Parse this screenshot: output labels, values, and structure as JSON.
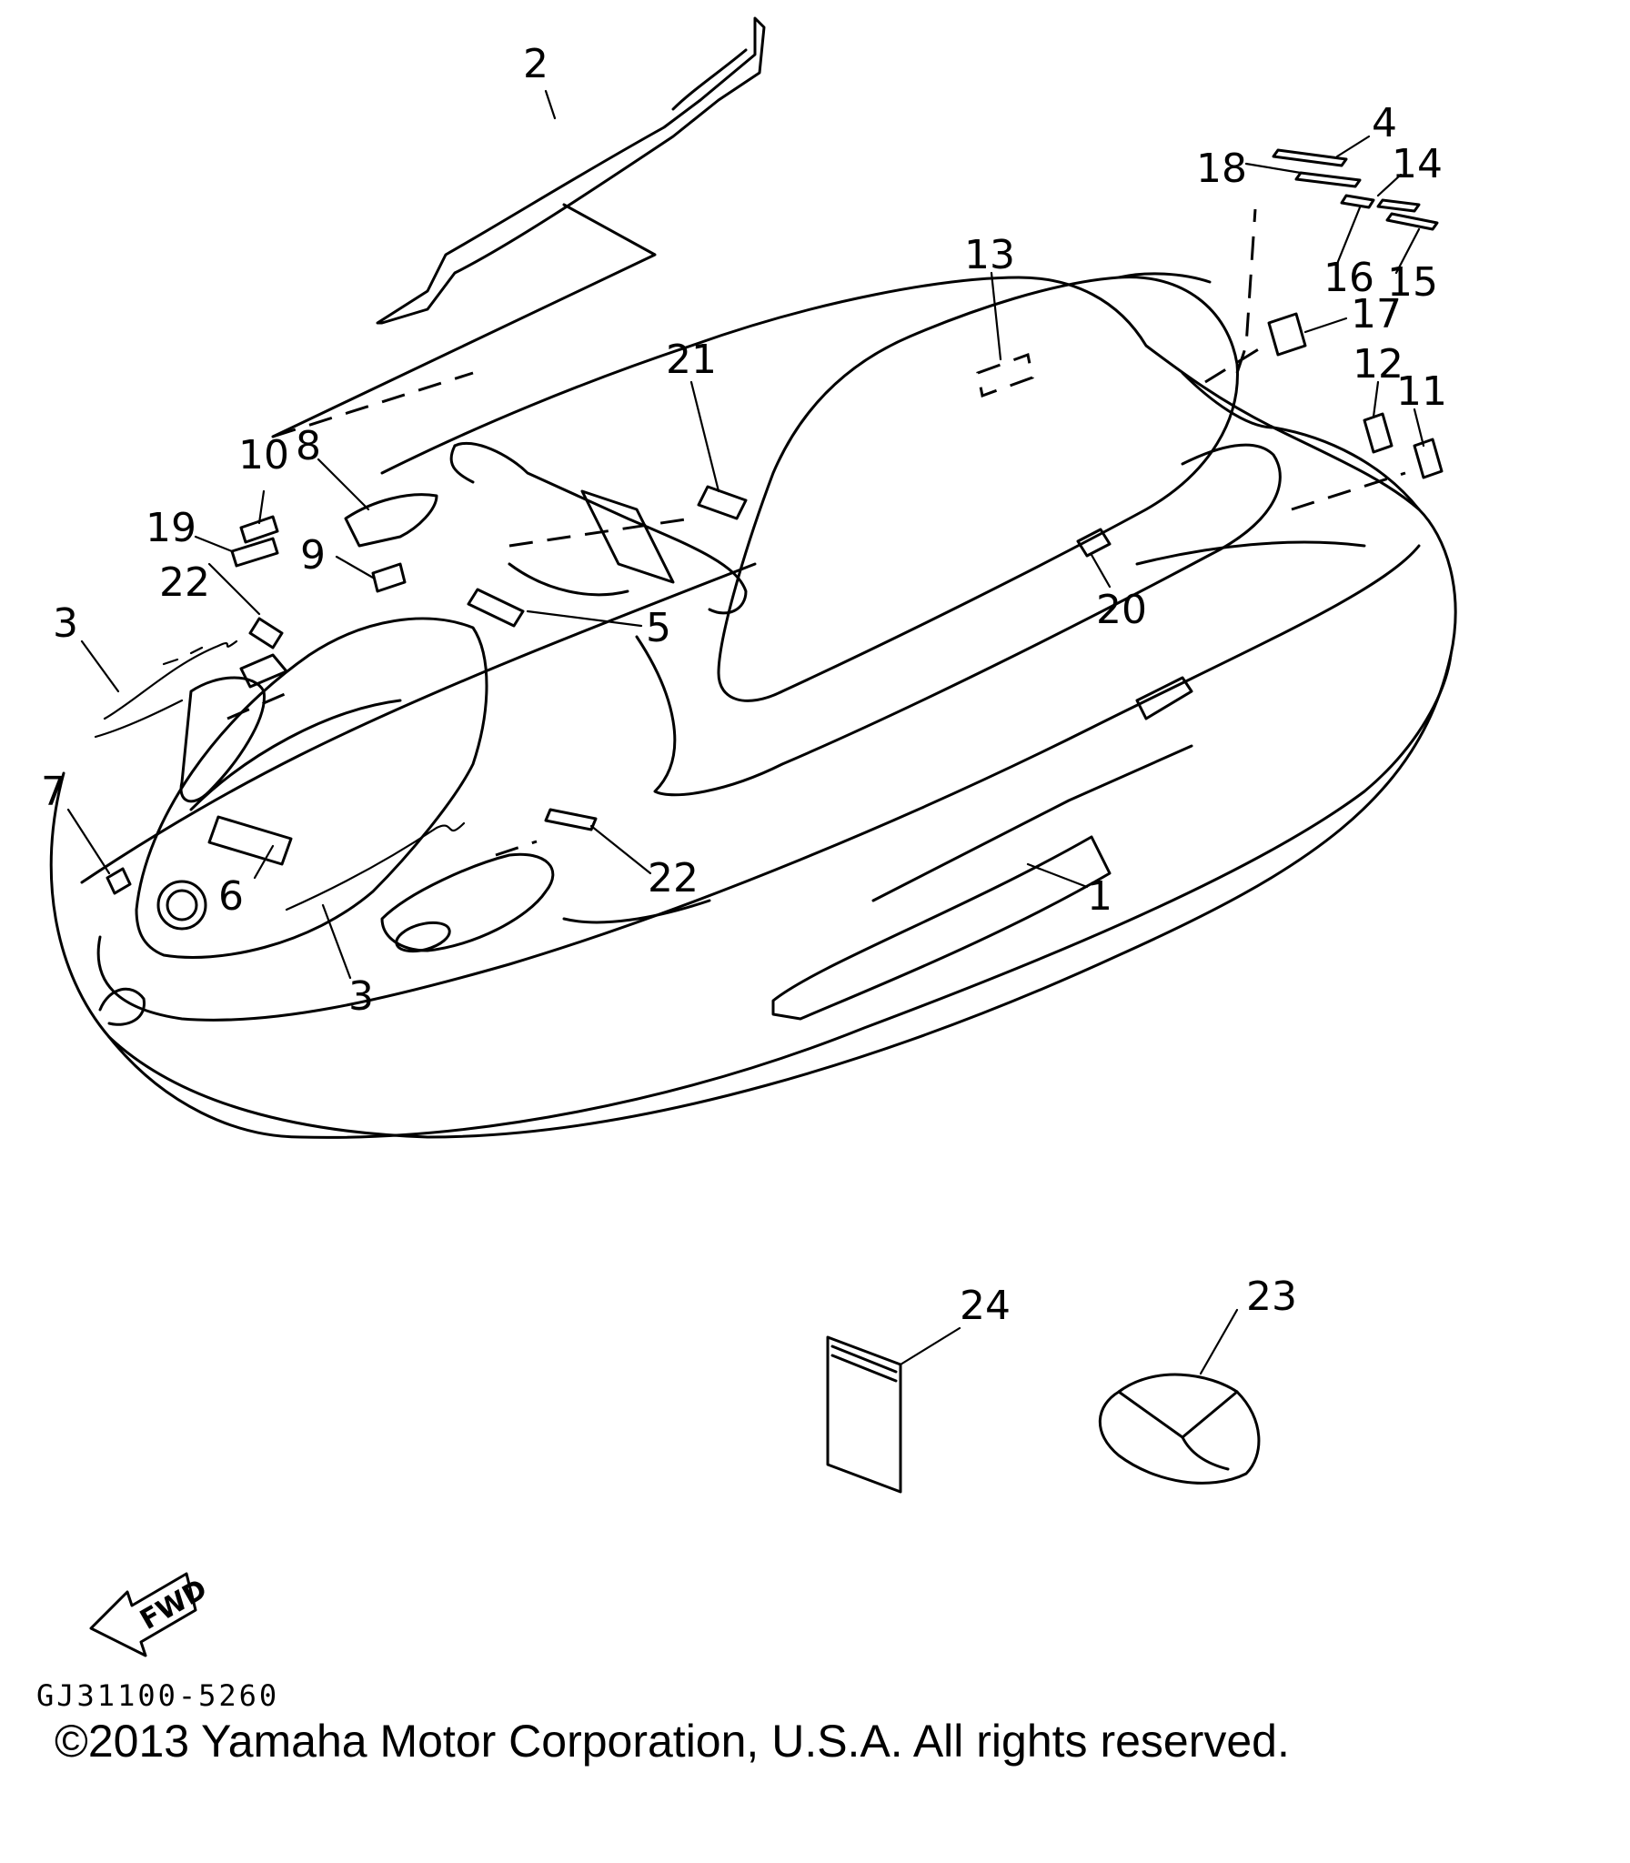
{
  "diagram": {
    "callouts": [
      {
        "id": "1",
        "label": "1"
      },
      {
        "id": "2",
        "label": "2"
      },
      {
        "id": "3a",
        "label": "3"
      },
      {
        "id": "3b",
        "label": "3"
      },
      {
        "id": "4",
        "label": "4"
      },
      {
        "id": "5",
        "label": "5"
      },
      {
        "id": "6",
        "label": "6"
      },
      {
        "id": "7",
        "label": "7"
      },
      {
        "id": "8",
        "label": "8"
      },
      {
        "id": "9",
        "label": "9"
      },
      {
        "id": "10",
        "label": "10"
      },
      {
        "id": "11",
        "label": "11"
      },
      {
        "id": "12",
        "label": "12"
      },
      {
        "id": "13",
        "label": "13"
      },
      {
        "id": "14",
        "label": "14"
      },
      {
        "id": "15",
        "label": "15"
      },
      {
        "id": "16",
        "label": "16"
      },
      {
        "id": "17",
        "label": "17"
      },
      {
        "id": "18",
        "label": "18"
      },
      {
        "id": "19",
        "label": "19"
      },
      {
        "id": "20",
        "label": "20"
      },
      {
        "id": "21",
        "label": "21"
      },
      {
        "id": "22a",
        "label": "22"
      },
      {
        "id": "22b",
        "label": "22"
      },
      {
        "id": "23",
        "label": "23"
      },
      {
        "id": "24",
        "label": "24"
      }
    ],
    "fwd_label": "FWD",
    "part_code": "GJ31100-5260"
  },
  "footer": {
    "copyright": "©2013 Yamaha Motor Corporation, U.S.A. All rights reserved."
  }
}
